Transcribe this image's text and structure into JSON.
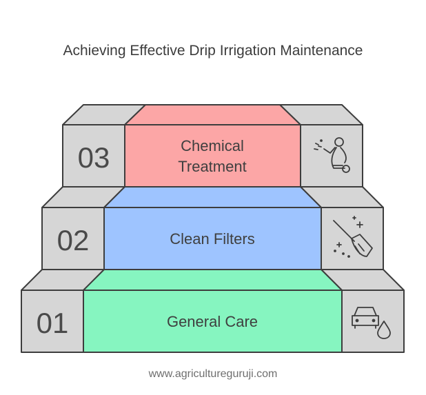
{
  "title": "Achieving Effective Drip Irrigation Maintenance",
  "steps": [
    {
      "number": "01",
      "label": "General Care",
      "color": "#86f5c0",
      "icon": "car-water-drop-icon"
    },
    {
      "number": "02",
      "label": "Clean Filters",
      "color": "#9ec4ff",
      "icon": "broom-sparkle-icon"
    },
    {
      "number": "03",
      "label_lines": [
        "Chemical",
        "Treatment"
      ],
      "color": "#fca6a6",
      "icon": "person-spraying-icon"
    }
  ],
  "neutral_color": "#d6d6d6",
  "footer": "www.agricultureguruji.com"
}
